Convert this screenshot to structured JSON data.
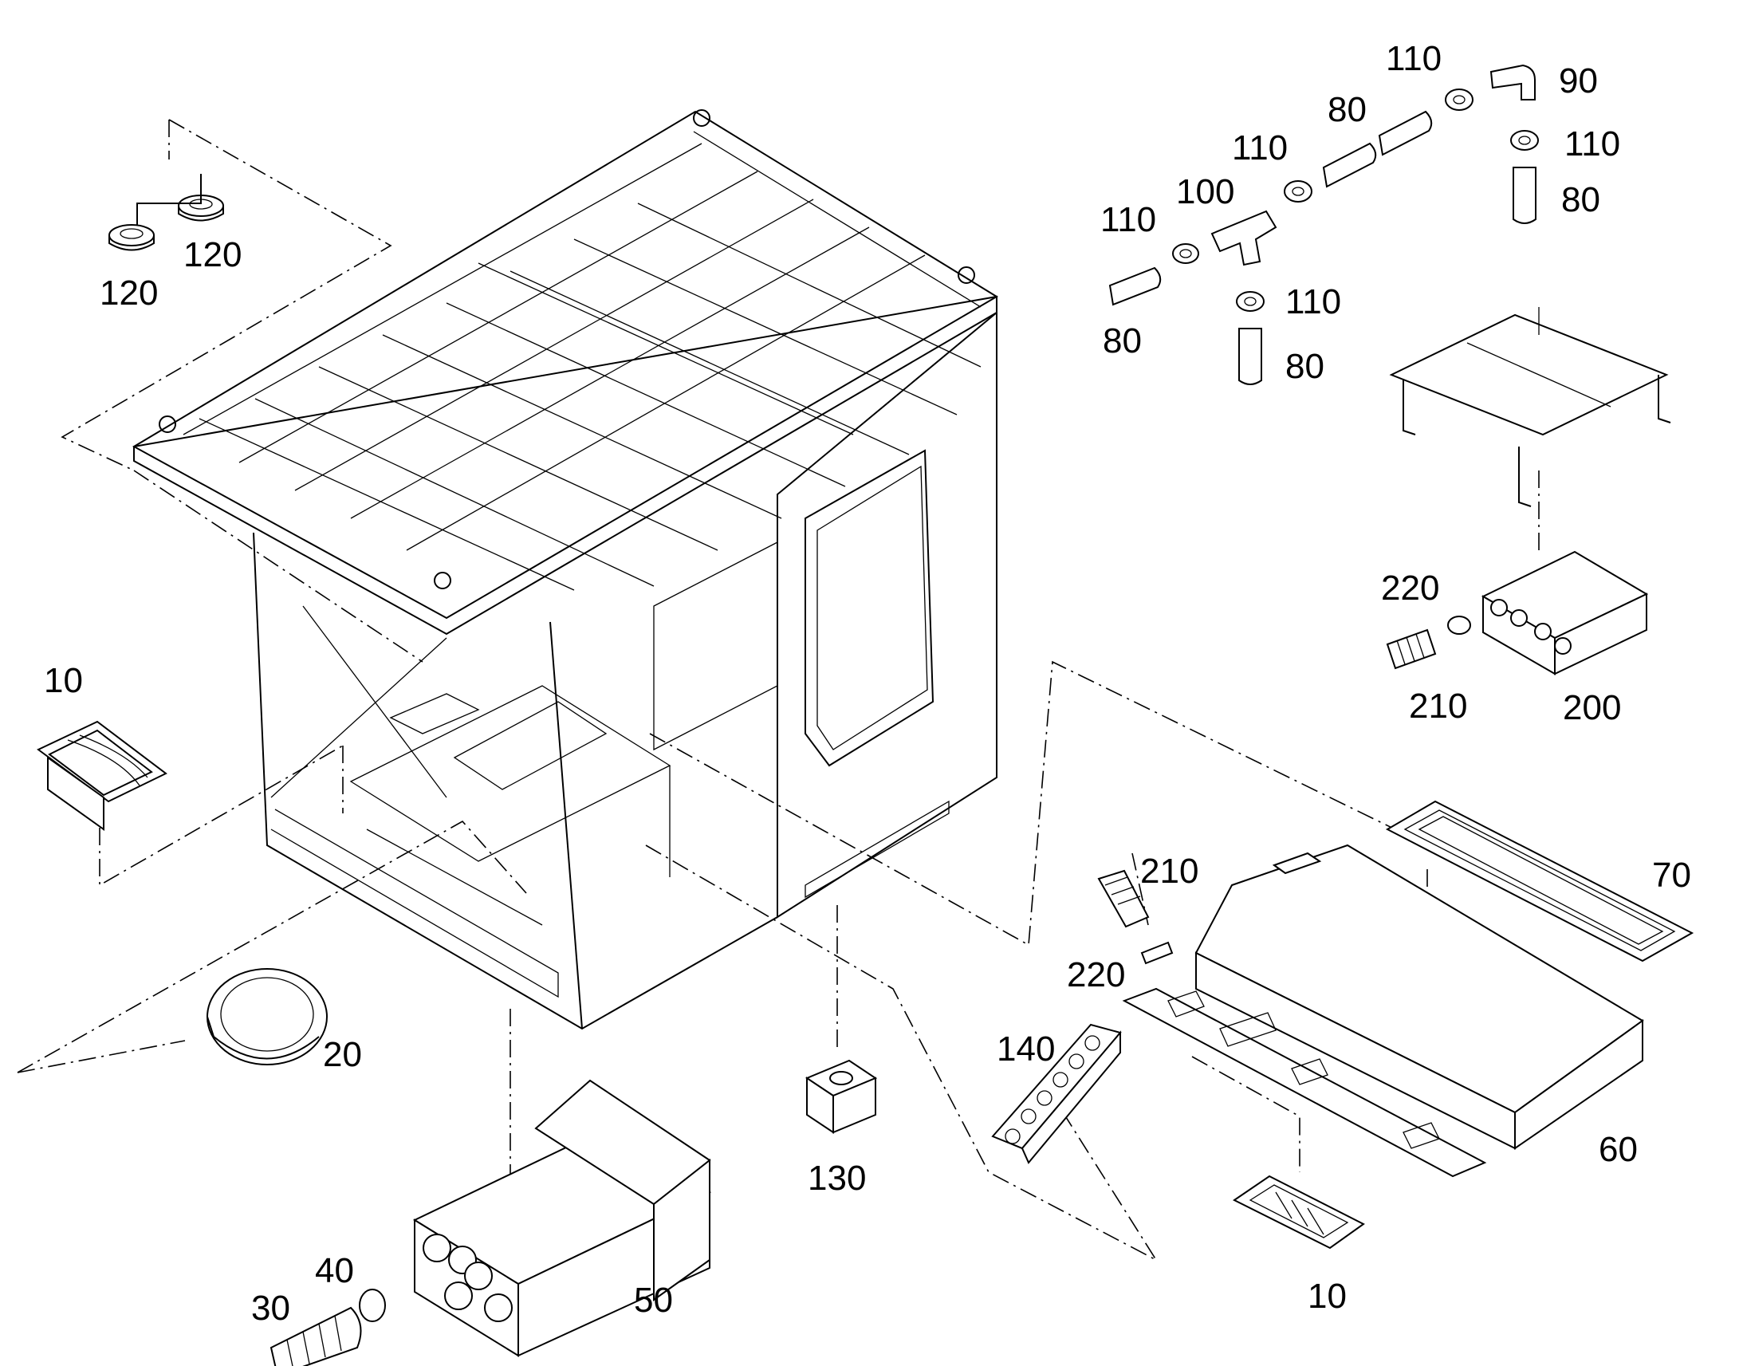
{
  "diagram": {
    "labels": {
      "l120a": "120",
      "l120b": "120",
      "l110a": "110",
      "l90": "90",
      "l80a": "80",
      "l110b": "110",
      "l110c": "110",
      "l80b": "80",
      "l110d": "110",
      "l100": "100",
      "l80c": "80",
      "l110e": "110",
      "l80d": "80",
      "l220a": "220",
      "l210a": "210",
      "l200": "200",
      "l10a": "10",
      "l70": "70",
      "l210b": "210",
      "l220b": "220",
      "l20": "20",
      "l140": "140",
      "l60": "60",
      "l130": "130",
      "l10b": "10",
      "l30": "30",
      "l40": "40",
      "l50": "50"
    }
  }
}
